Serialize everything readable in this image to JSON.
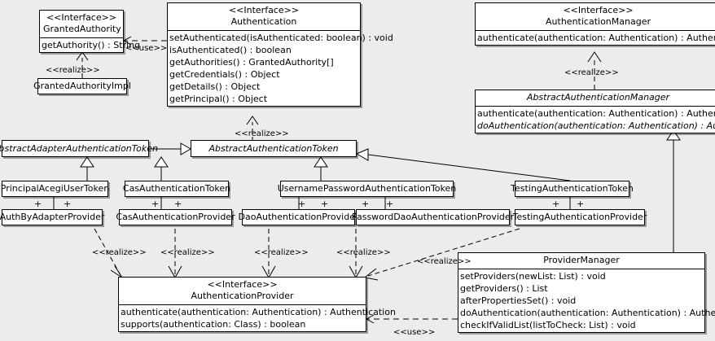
{
  "diagram": {
    "background": "#ececec",
    "line_color": "#000000",
    "box_fill": "#ffffff",
    "stereotype_interface": "<<Interface>>",
    "label_realize": "<<realize>>",
    "label_use": "<<use>>",
    "multiplicity_plus": "+"
  },
  "classes": {
    "granted_authority": {
      "stereotype": "<<Interface>>",
      "name": "GrantedAuthority",
      "operations": [
        "getAuthority() : String"
      ]
    },
    "granted_authority_impl": {
      "name": "GrantedAuthorityImpl",
      "operations": []
    },
    "authentication": {
      "stereotype": "<<Interface>>",
      "name": "Authentication",
      "operations": [
        "setAuthenticated(isAuthenticated: boolean) : void",
        "isAuthenticated() : boolean",
        "getAuthorities() : GrantedAuthority[]",
        "getCredentials() : Object",
        "getDetails() : Object",
        "getPrincipal() : Object"
      ]
    },
    "authentication_manager": {
      "stereotype": "<<Interface>>",
      "name": "AuthenticationManager",
      "operations": [
        "authenticate(authentication: Authentication) : Authentication"
      ]
    },
    "abstract_authentication_manager": {
      "name": "AbstractAuthenticationManager",
      "abstract": true,
      "operations": [
        "authenticate(authentication: Authentication) : Authentication",
        "doAuthentication(authentication: Authentication) : Authentication"
      ],
      "abstract_operations": [
        false,
        true
      ]
    },
    "abstract_adapter_authentication_token": {
      "name": "AbstractAdapterAuthenticationToken",
      "abstract": true
    },
    "abstract_authentication_token": {
      "name": "AbstractAuthenticationToken",
      "abstract": true
    },
    "principal_acegi_user_token": {
      "name": "PrincipalAcegiUserToken"
    },
    "cas_authentication_token": {
      "name": "CasAuthenticationToken"
    },
    "username_password_authentication_token": {
      "name": "UsernamePasswordAuthenticationToken"
    },
    "testing_authentication_token": {
      "name": "TestingAuthenticationToken"
    },
    "auth_by_adapter_provider": {
      "name": "AuthByAdapterProvider"
    },
    "cas_authentication_provider": {
      "name": "CasAuthenticationProvider"
    },
    "dao_authentication_provider": {
      "name": "DaoAuthenticationProvider"
    },
    "password_dao_authentication_provider": {
      "name": "PasswordDaoAuthenticationProvider"
    },
    "testing_authentication_provider": {
      "name": "TestingAuthenticationProvider"
    },
    "authentication_provider": {
      "stereotype": "<<Interface>>",
      "name": "AuthenticationProvider",
      "operations": [
        "authenticate(authentication: Authentication) : Authentication",
        "supports(authentication: Class) : boolean"
      ]
    },
    "provider_manager": {
      "name": "ProviderManager",
      "operations": [
        "setProviders(newList: List) : void",
        "getProviders() : List",
        "afterPropertiesSet() : void",
        "doAuthentication(authentication: Authentication) : Authentication",
        "checkIfValidList(listToCheck: List) : void"
      ]
    }
  },
  "edge_labels": {
    "use_granted_authority": "<<use>>",
    "realize_granted_authority_impl": "<<realize>>",
    "realize_abstract_auth_token": "<<realize>>",
    "realize_abstract_auth_manager": "<<realize>>",
    "realize_auth_by_adapter": "<<realize>>",
    "realize_cas_provider": "<<realize>>",
    "realize_dao_provider": "<<realize>>",
    "realize_password_dao_provider": "<<realize>>",
    "realize_testing_provider": "<<realize>>",
    "use_provider_manager": "<<use>>"
  }
}
